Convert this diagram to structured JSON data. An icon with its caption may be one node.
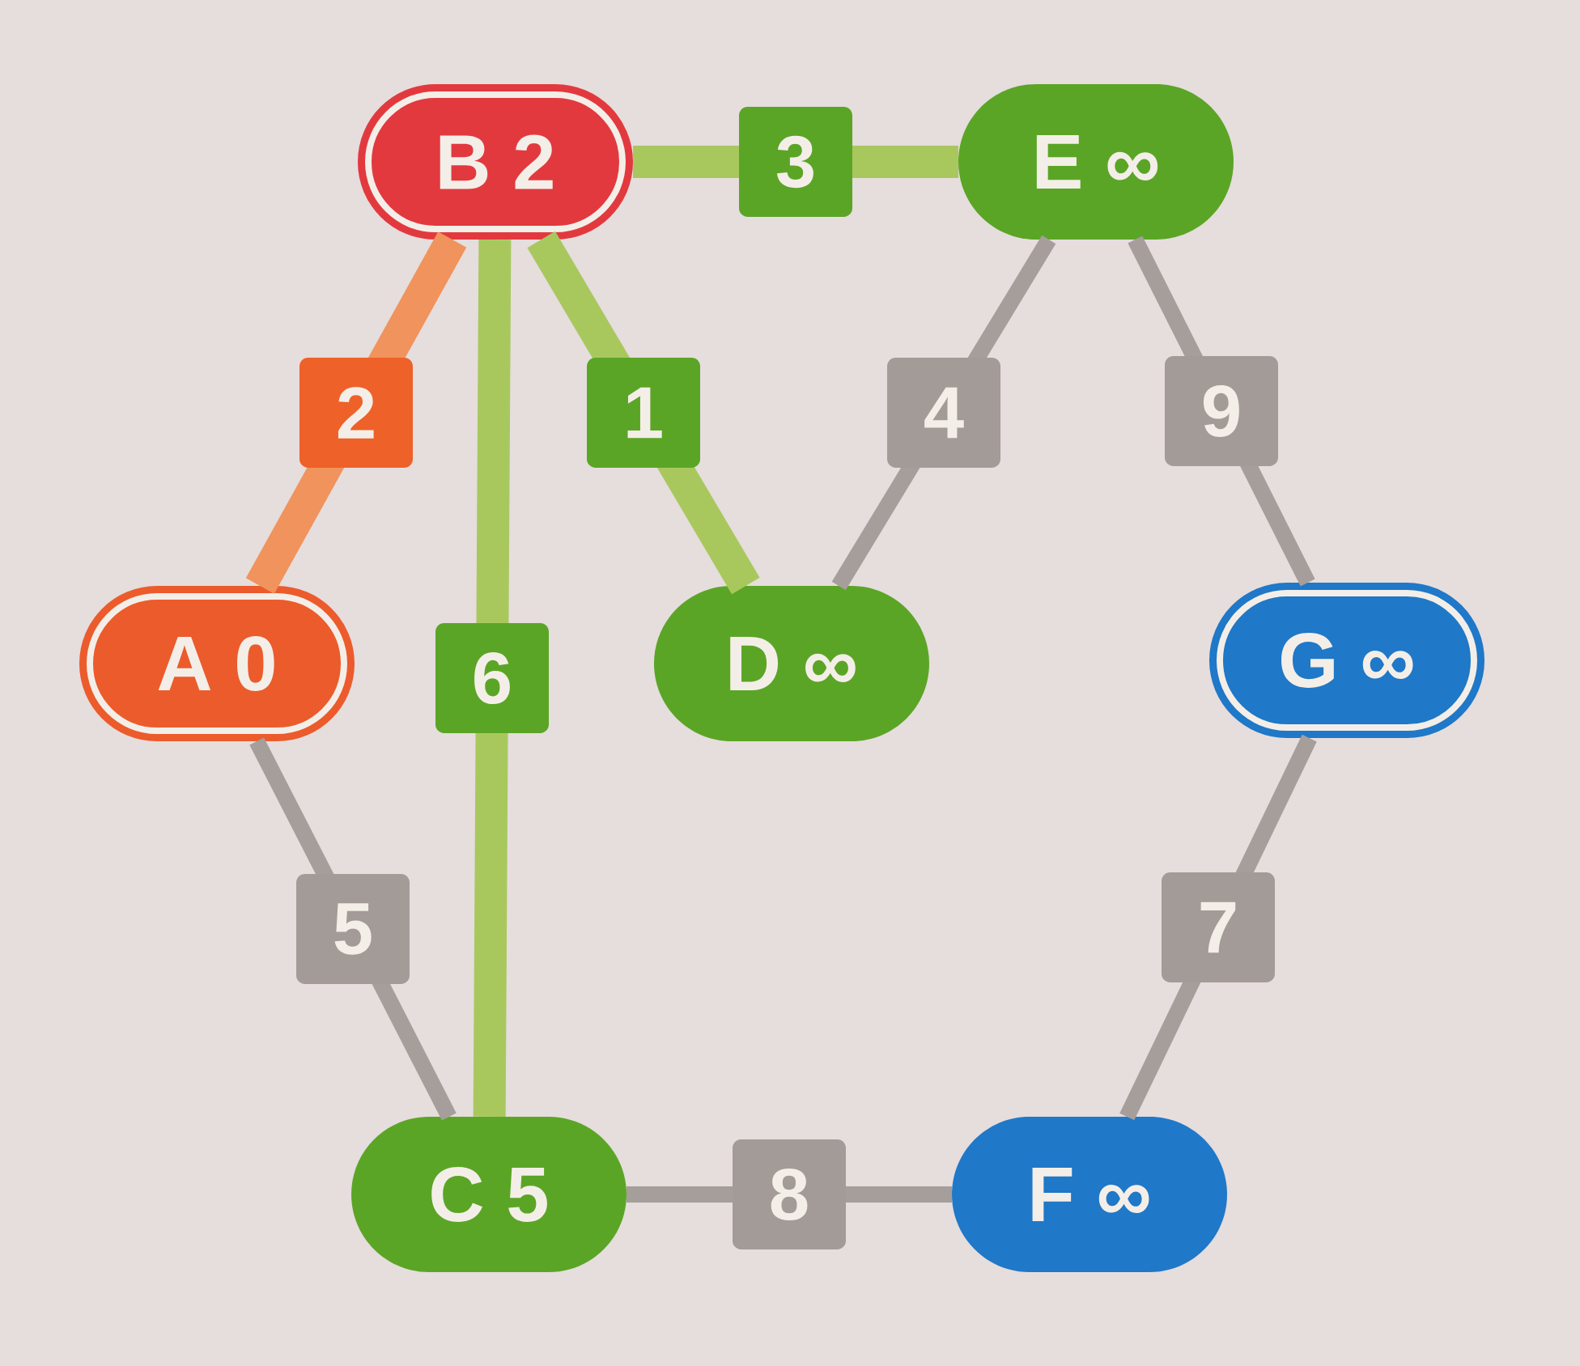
{
  "diagram": {
    "nodes": [
      {
        "text": [
          "B 2"
        ]
      },
      {
        "text": [
          "E ∞"
        ]
      },
      {
        "text": [
          "A 0"
        ]
      },
      {
        "text": [
          "D ∞"
        ]
      },
      {
        "text": [
          "G ∞"
        ]
      },
      {
        "text": [
          "C 5"
        ]
      },
      {
        "text": [
          "F ∞"
        ]
      }
    ],
    "edges": [
      {
        "from": 0,
        "to": 1,
        "arrow": "none",
        "label": "3",
        "style": "thick",
        "color": "#a8c85e"
      },
      {
        "from": 0,
        "to": 2,
        "arrow": "none",
        "label": "2",
        "style": "thick",
        "color": "#f0935c"
      },
      {
        "from": 0,
        "to": 5,
        "arrow": "none",
        "label": "6",
        "style": "thick",
        "color": "#a8c85e"
      },
      {
        "from": 0,
        "to": 3,
        "arrow": "none",
        "label": "1",
        "style": "thick",
        "color": "#a8c85e"
      },
      {
        "from": 1,
        "to": 3,
        "arrow": "none",
        "label": "4"
      },
      {
        "from": 1,
        "to": 4,
        "arrow": "none",
        "label": "9"
      },
      {
        "from": 2,
        "to": 5,
        "arrow": "none",
        "label": "5"
      },
      {
        "from": 4,
        "to": 6,
        "arrow": "none",
        "label": "7"
      },
      {
        "from": 5,
        "to": 6,
        "arrow": "none",
        "label": "8"
      }
    ]
  }
}
